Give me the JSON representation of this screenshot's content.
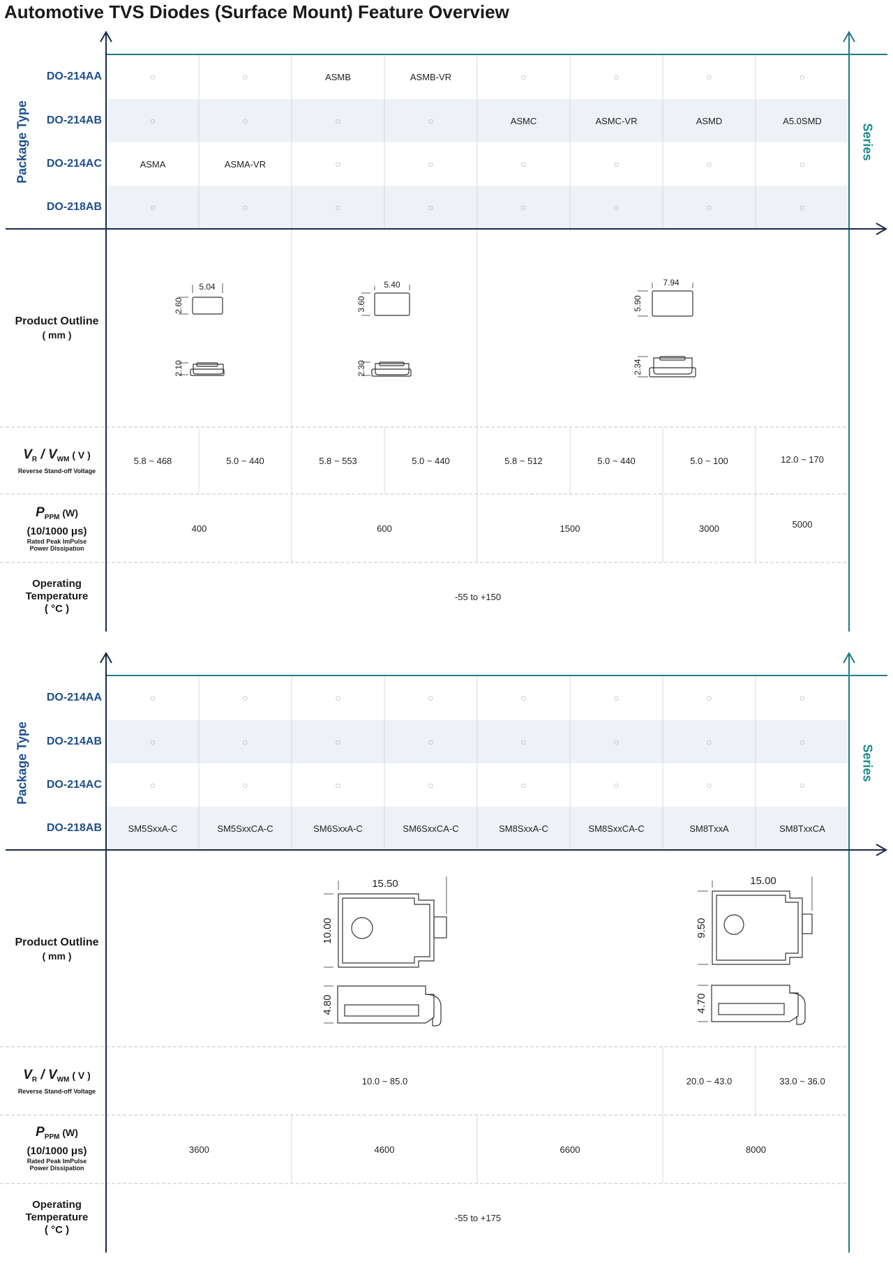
{
  "title": "Automotive TVS Diodes (Surface Mount) Feature Overview",
  "axis_labels": {
    "package_type": "Package Type",
    "series": "Series"
  },
  "row_labels": {
    "product_outline_l1": "Product Outline",
    "product_outline_l2": "( mm )",
    "vr_main_a": "V",
    "vr_sub_a": "R",
    "vr_slash": " / ",
    "vr_main_b": "V",
    "vr_sub_b": "WM",
    "vr_unit": " ( V )",
    "vr_desc": "Reverse Stand-off Voltage",
    "p_main": "P",
    "p_sub": "PPM",
    "p_unit": " (W)",
    "p_wave": "(10/1000 μs)",
    "p_desc1": "Rated Peak ImPulse",
    "p_desc2": "Power Dissipation",
    "op_l1": "Operating",
    "op_l2": "Temperature",
    "op_l3": "( °C )"
  },
  "packages": [
    "DO-214AA",
    "DO-214AB",
    "DO-214AC",
    "DO-218AB"
  ],
  "empty_mark": "○",
  "table1": {
    "series_grid": [
      [
        "",
        "",
        "ASMB",
        "ASMB-VR",
        "",
        "",
        "",
        ""
      ],
      [
        "",
        "",
        "",
        "",
        "ASMC",
        "ASMC-VR",
        "ASMD",
        "A5.0SMD"
      ],
      [
        "ASMA",
        "ASMA-VR",
        "",
        "",
        "",
        "",
        "",
        ""
      ],
      [
        "",
        "",
        "",
        "",
        "",
        "",
        "",
        ""
      ]
    ],
    "outlines": [
      {
        "w": "5.04",
        "h": "2.60",
        "t": "2.10"
      },
      {
        "w": "5.40",
        "h": "3.60",
        "t": "2.30"
      },
      {
        "w": "7.94",
        "h": "5.90",
        "t": "2.34"
      }
    ],
    "vr": [
      "5.8 ~ 468",
      "5.0 ~ 440",
      "5.8 ~ 553",
      "5.0 ~ 440",
      "5.8 ~ 512",
      "5.0 ~ 440",
      "5.0 ~ 100",
      "12.0 ~ 170"
    ],
    "ppm": [
      "400",
      "600",
      "1500",
      "3000",
      "5000"
    ],
    "temp": "-55 to +150"
  },
  "table2": {
    "series_grid": [
      [
        "",
        "",
        "",
        "",
        "",
        "",
        "",
        ""
      ],
      [
        "",
        "",
        "",
        "",
        "",
        "",
        "",
        ""
      ],
      [
        "",
        "",
        "",
        "",
        "",
        "",
        "",
        ""
      ],
      [
        "SM5SxxA-C",
        "SM5SxxCA-C",
        "SM6SxxA-C",
        "SM6SxxCA-C",
        "SM8SxxA-C",
        "SM8SxxCA-C",
        "SM8TxxA",
        "SM8TxxCA"
      ]
    ],
    "outlines": [
      {
        "w": "15.50",
        "h": "10.00",
        "t": "4.80"
      },
      {
        "w": "15.00",
        "h": "9.50",
        "t": "4.70"
      }
    ],
    "vr": [
      "10.0 ~ 85.0",
      "20.0 ~ 43.0",
      "33.0 ~ 36.0"
    ],
    "ppm": [
      "3600",
      "4600",
      "6600",
      "8000"
    ],
    "temp": "-55 to +175"
  }
}
